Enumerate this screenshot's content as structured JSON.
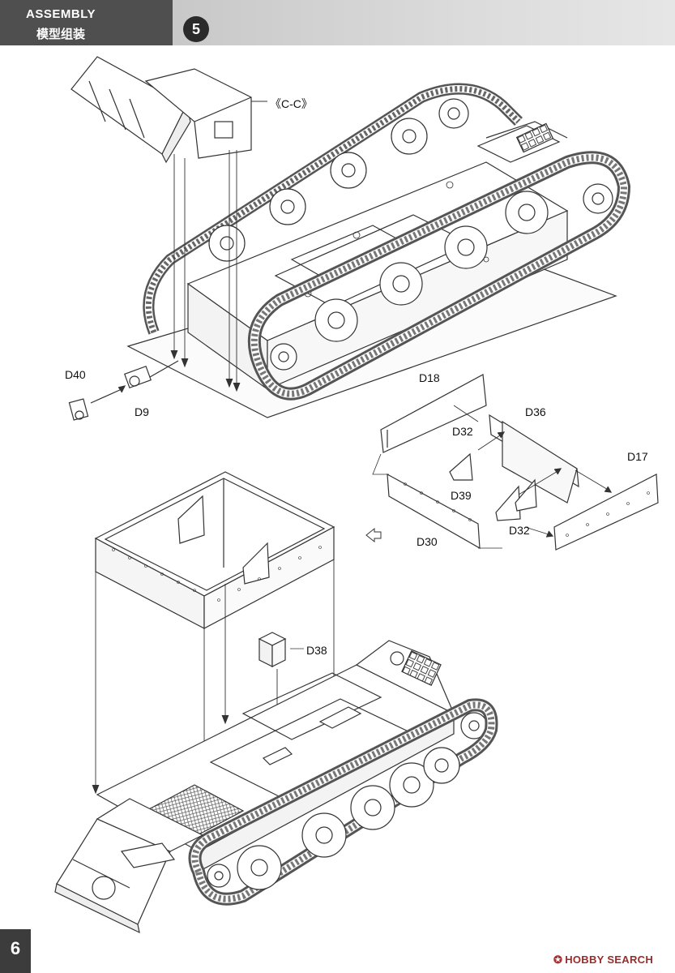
{
  "header": {
    "title_en": "ASSEMBLY",
    "title_cn": "模型组装",
    "step_number": "5"
  },
  "callouts": {
    "section_ref": "《C-C》",
    "d40": "D40",
    "d9": "D9",
    "d18": "D18",
    "d36": "D36",
    "d32_top": "D32",
    "d17": "D17",
    "d39": "D39",
    "d32_bottom": "D32",
    "d30": "D30",
    "d38": "D38"
  },
  "footer": {
    "page_number": "6",
    "watermark": "HOBBY SEARCH"
  },
  "colors": {
    "header_dark": "#4f4f4f",
    "line_art": "#333333",
    "watermark": "#9a2b2b"
  },
  "icons": {
    "step_badge": "circle-number",
    "view_arrow": "outline-arrow-icon",
    "watermark_logo": "hobby-search-logo-icon"
  }
}
